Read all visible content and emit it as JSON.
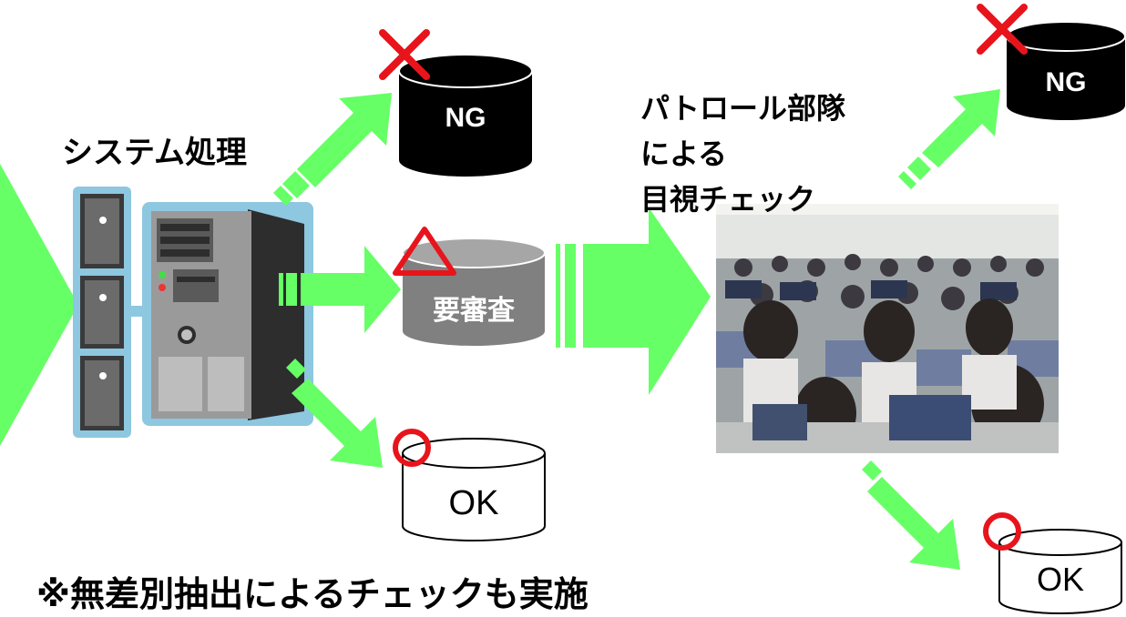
{
  "labels": {
    "system_processing": "システム処理",
    "patrol_line1": "パトロール部隊",
    "patrol_line2": "による",
    "patrol_line3": "目視チェック",
    "footnote": "※無差別抽出によるチェックも実施"
  },
  "databases": {
    "ng_top": "NG",
    "review": "要審査",
    "ok_bottom": "OK",
    "ng_right": "NG",
    "ok_right": "OK"
  },
  "colors": {
    "arrow": "#66ff66",
    "ng_db": "#000000",
    "review_db": "#808080",
    "mark_red": "#e8141c",
    "server_border": "#8ec7e0"
  },
  "icons": [
    "cross-mark-icon",
    "triangle-mark-icon",
    "circle-mark-icon",
    "server-icon",
    "database-icon"
  ]
}
